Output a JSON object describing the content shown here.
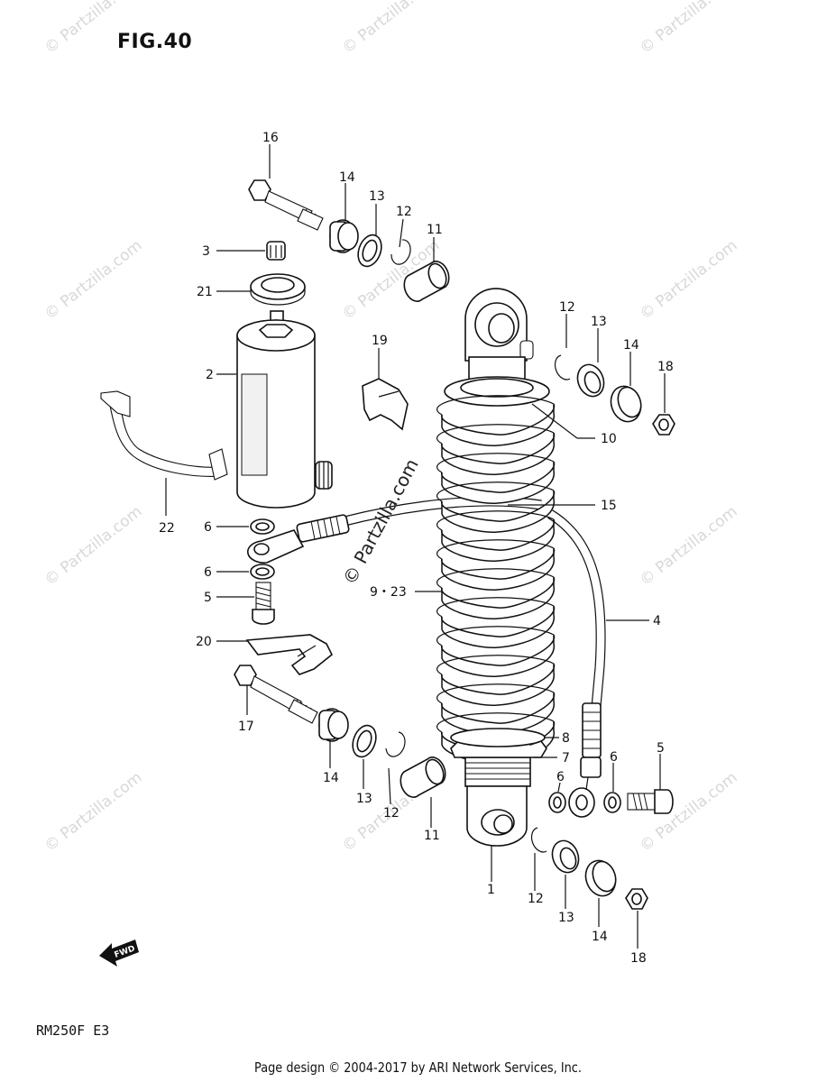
{
  "figure_title": "FIG.40",
  "model_code": "RM250F E3",
  "footer": "Page design © 2004-2017 by ARI Network Services, Inc.",
  "watermark_text": "© Partzilla.com",
  "center_watermark_text": "© Partzilla.com",
  "fwd_badge": "FWD",
  "callouts": {
    "c16": "16",
    "c14a": "14",
    "c13a": "13",
    "c12a": "12",
    "c11a": "11",
    "c3": "3",
    "c21": "21",
    "c19": "19",
    "c2": "2",
    "c12b": "12",
    "c13b": "13",
    "c14b": "14",
    "c18a": "18",
    "c10": "10",
    "c15": "15",
    "c22": "22",
    "c6a": "6",
    "c6b": "6",
    "c5a": "5",
    "c9_23": "9・23",
    "c4": "4",
    "c20": "20",
    "c17": "17",
    "c8": "8",
    "c7": "7",
    "c6c": "6",
    "c6d": "6",
    "c5b": "5",
    "c14c": "14",
    "c13c": "13",
    "c12c": "12",
    "c11b": "11",
    "c1": "1",
    "c12d": "12",
    "c13d": "13",
    "c14d": "14",
    "c18b": "18"
  },
  "colors": {
    "ink": "#111111",
    "watermark": "#d8d8d8",
    "background": "#ffffff"
  }
}
